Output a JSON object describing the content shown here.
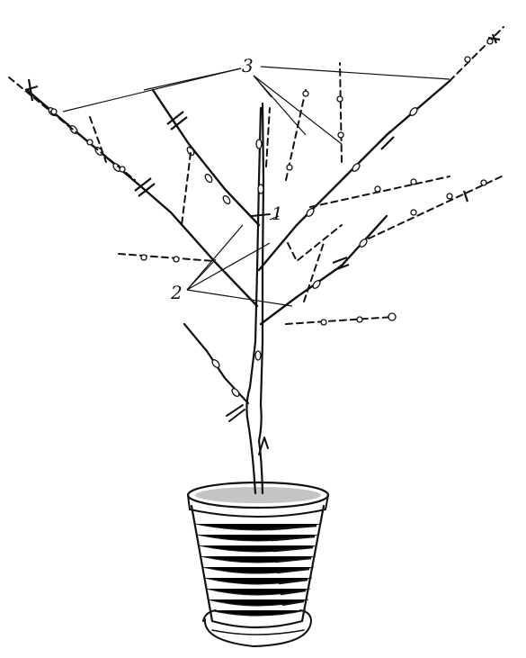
{
  "figure": {
    "labels": {
      "one": "1",
      "two": "2",
      "three": "3"
    },
    "colors": {
      "ink": "#111111",
      "paper": "#ffffff"
    }
  }
}
